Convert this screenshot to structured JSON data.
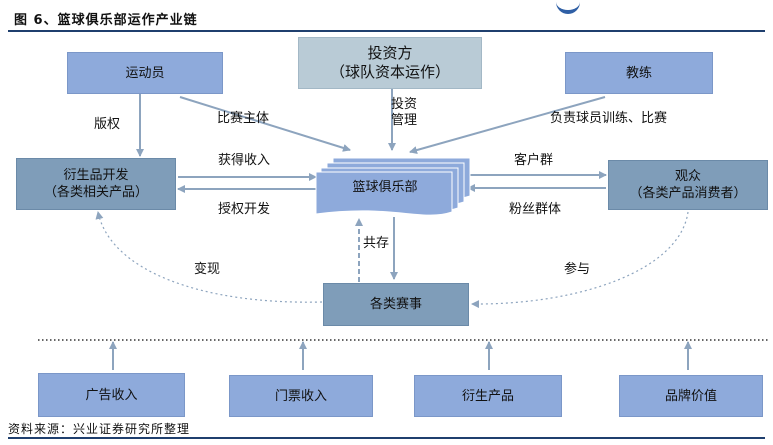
{
  "figure_title": "图 6、篮球俱乐部运作产业链",
  "nodes": {
    "athlete": "运动员",
    "investor_line1": "投资方",
    "investor_line2": "（球队资本运作）",
    "coach": "教练",
    "derivative_line1": "衍生品开发",
    "derivative_line2": "（各类相关产品）",
    "club": "篮球俱乐部",
    "audience_line1": "观众",
    "audience_line2": "（各类产品消费者）",
    "events": "各类赛事"
  },
  "edge_labels": {
    "copyright": "版权",
    "competition_subject": "比赛主体",
    "invest_manage_line1": "投资",
    "invest_manage_line2": "管理",
    "coach_duty": "负责球员训练、比赛",
    "gain_income": "获得收入",
    "license_develop": "授权开发",
    "customer_group": "客户群",
    "fan_group": "粉丝群体",
    "coexist": "共存",
    "monetize": "变现",
    "participate": "参与"
  },
  "revenue": [
    "广告收入",
    "门票收入",
    "衍生产品",
    "品牌价值"
  ],
  "source": "资料来源：兴业证券研究所整理",
  "colors": {
    "light_box": "#8eaadb",
    "dark_box": "#7f9db9",
    "pale_box": "#b9cbd6",
    "club_shape": "#8eaadb",
    "arrow": "#8da4be",
    "title_rule": "#1f3f6e"
  }
}
